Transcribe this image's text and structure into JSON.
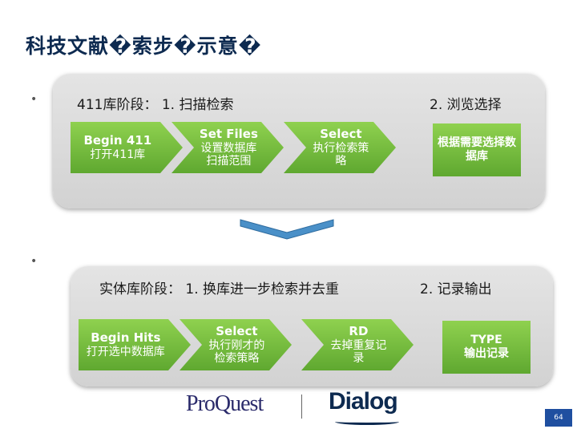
{
  "title": "科技文献�索步�示意�",
  "bullets": [
    "•",
    "•"
  ],
  "stage1": {
    "label": "411库阶段： 1. 扫描检索",
    "right_label": "2. 浏览选择"
  },
  "stage2": {
    "label": "实体库阶段： 1. 换库进一步检索并去重",
    "right_label": "2. 记录输出"
  },
  "row1": [
    {
      "l1": "Begin 411",
      "l2": "打开411库"
    },
    {
      "l1": "Set Files",
      "l2": "设置数据库扫描范围"
    },
    {
      "l1": "Select",
      "l2": "执行检索策略"
    }
  ],
  "row1_box": "根据需要选择数据库",
  "row2": [
    {
      "l1": "Begin Hits",
      "l2": "打开选中数据库"
    },
    {
      "l1": "Select",
      "l2": "执行刚才的检索策略"
    },
    {
      "l1": "RD",
      "l2": "去掉重复记录"
    }
  ],
  "row2_box": {
    "l1": "TYPE",
    "l2": "输出记录"
  },
  "logos": {
    "proquest": "ProQuest",
    "dialog": "Dialog"
  },
  "page_number": "64",
  "colors": {
    "chevron": "#6fba3b",
    "panel": "#dcdcdc",
    "arrow": "#4a90c8",
    "title": "#0d2a50"
  }
}
